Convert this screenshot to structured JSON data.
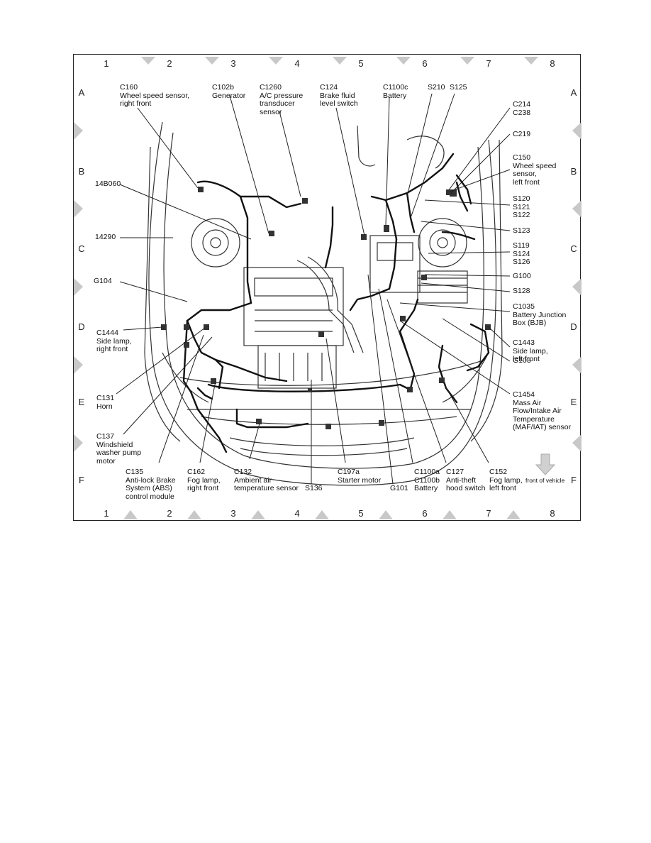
{
  "grid": {
    "columns": [
      "1",
      "2",
      "3",
      "4",
      "5",
      "6",
      "7",
      "8"
    ],
    "rows": [
      "A",
      "B",
      "C",
      "D",
      "E",
      "F"
    ]
  },
  "labels": {
    "c160": "C160\nWheel speed sensor,\nright front",
    "c102b": "C102b\nGenerator",
    "c1260": "C1260\nA/C pressure\ntransducer\nsensor",
    "c124": "C124\nBrake fluid\nlevel switch",
    "c1100c": "C1100c\nBattery",
    "s210": "S210",
    "s125": "S125",
    "c214": "C214\nC238",
    "c219": "C219",
    "c150": "C150\nWheel speed\nsensor,\nleft front",
    "p14b060": "14B060",
    "s120": "S120\nS121\nS122",
    "s123": "S123",
    "p14290": "14290",
    "s119": "S119\nS124\nS126",
    "g100": "G100",
    "g104": "G104",
    "s128": "S128",
    "c1035": "C1035\nBattery Junction\nBox (BJB)",
    "c1444": "C1444\nSide lamp,\nright front",
    "c1443": "C1443\nSide lamp,\nleft front",
    "g103": "G103",
    "c131": "C131\nHorn",
    "c1454": "C1454\nMass Air\nFlow/Intake Air\nTemperature\n(MAF/IAT) sensor",
    "c137": "C137\nWindshield\nwasher pump\nmotor",
    "c135": "C135\nAnti-lock Brake\nSystem (ABS)\ncontrol module",
    "c162": "C162\nFog lamp,\nright front",
    "c132": "C132\nAmbient air\ntemperature sensor",
    "s136": "S136",
    "c197a": "C197a\nStarter motor",
    "g101": "G101",
    "c1100a": "C1100a\nC1100b\nBattery",
    "c127": "C127\nAnti-theft\nhood switch",
    "c152": "C152\nFog lamp,\nleft front",
    "front": "front of vehicle"
  },
  "colors": {
    "line": "#222222",
    "marker": "#c8c8c8",
    "arrow": "#bdbdbd"
  }
}
